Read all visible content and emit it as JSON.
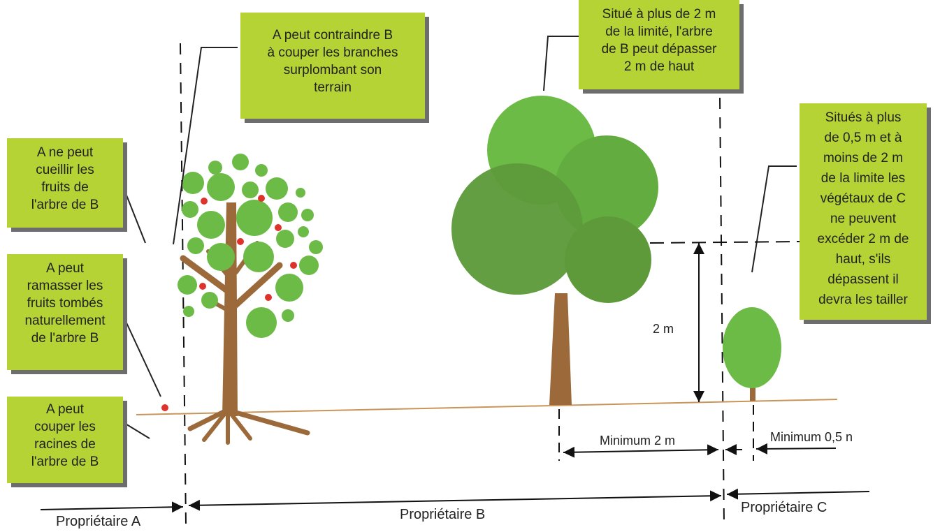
{
  "boxes": {
    "contraindre": [
      "A peut contraindre B",
      "à couper les branches",
      "surplombant son",
      "terrain"
    ],
    "situe_2m": [
      "Situé à plus de 2 m",
      "de la limité, l'arbre",
      "de B peut dépasser",
      "2 m de haut"
    ],
    "cueillir": [
      "A ne peut",
      "cueillir les",
      "fruits de",
      "l'arbre de B"
    ],
    "ramasser": [
      "A peut",
      "ramasser les",
      "fruits tombés",
      "naturellement",
      "de l'arbre B"
    ],
    "racines": [
      "A peut",
      "couper les",
      "racines de",
      "l'arbre de B"
    ],
    "vegetaux_c": [
      "Situés à plus",
      "de 0,5 m et à",
      "moins de 2 m",
      "de la limite les",
      "végétaux de C",
      "ne peuvent",
      "excéder 2 m de",
      "haut, s'ils",
      "dépassent il",
      "devra les tailler"
    ]
  },
  "measures": {
    "height": "2 m",
    "min_2m": "Minimum 2 m",
    "min_05m": "Minimum 0,5 n"
  },
  "owners": {
    "a": "Propriétaire A",
    "b": "Propriétaire B",
    "c": "Propriétaire C"
  },
  "colors": {
    "box": "#b5d334",
    "foliage_light": "#6dbb47",
    "foliage_dark": "#5e9a3a",
    "trunk": "#9c6a3a",
    "fruit": "#e0322c"
  }
}
